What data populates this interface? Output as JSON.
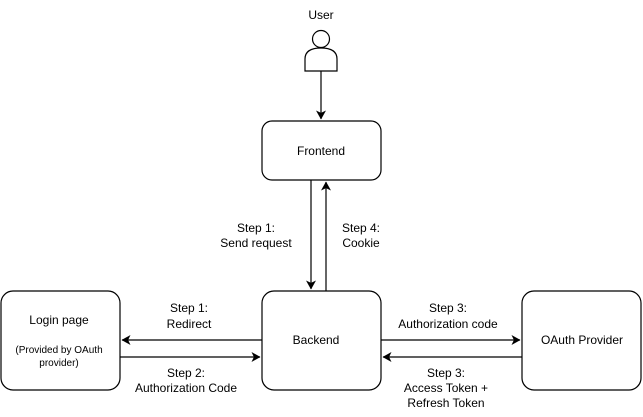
{
  "nodes": {
    "user": {
      "label": "User"
    },
    "frontend": {
      "label": "Frontend"
    },
    "backend": {
      "label": "Backend"
    },
    "login_page": {
      "label": "Login page",
      "note_line1": "(Provided by OAuth",
      "note_line2": "provider)"
    },
    "oauth_provider": {
      "label": "OAuth Provider"
    }
  },
  "edges": {
    "frontend_to_backend": {
      "line1": "Step 1:",
      "line2": "Send request"
    },
    "backend_to_frontend": {
      "line1": "Step 4:",
      "line2": "Cookie"
    },
    "backend_to_login": {
      "line1": "Step 1:",
      "line2": "Redirect"
    },
    "login_to_backend": {
      "line1": "Step 2:",
      "line2": "Authorization Code"
    },
    "backend_to_oauth": {
      "line1": "Step 3:",
      "line2": "Authorization code"
    },
    "oauth_to_backend": {
      "line1": "Step 3:",
      "line2": "Access Token +",
      "line3": "Refresh Token"
    }
  }
}
